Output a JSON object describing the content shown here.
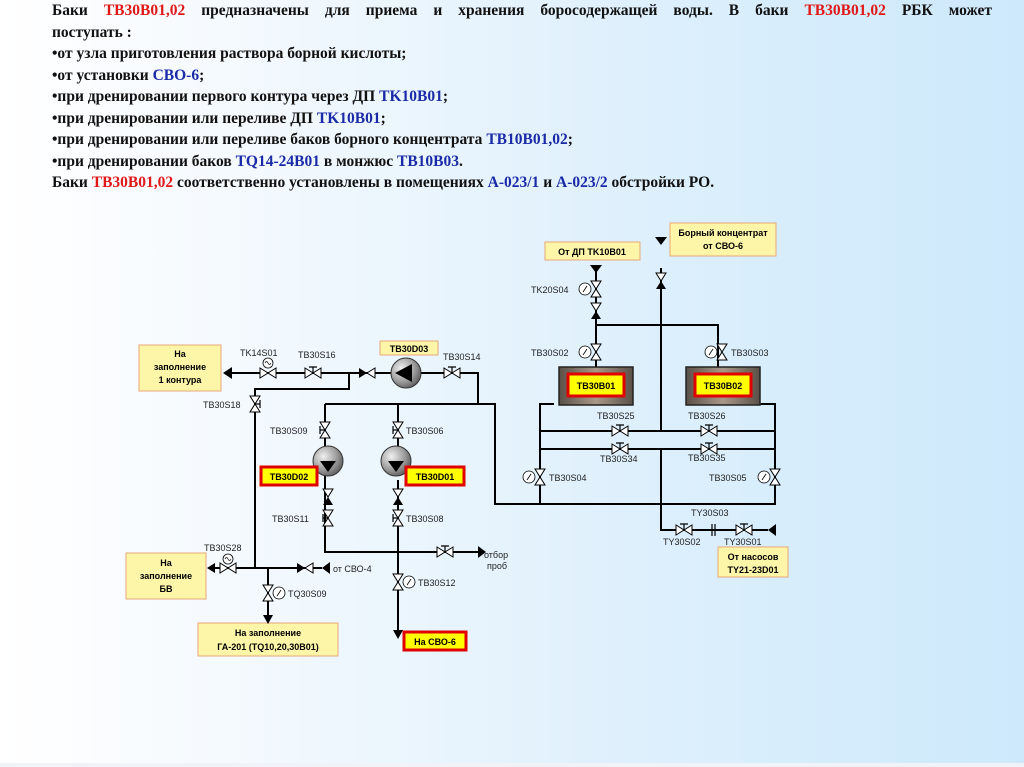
{
  "intro": {
    "p1_a": "Баки ",
    "p1_tank": "TB30B01,02",
    "p1_b": " предназначены для приема и хранения боросодержащей воды. В баки ",
    "p1_tank2": "TB30B01,02",
    "p1_c": " РБК может",
    "p1_d": "поступать :",
    "bullets": [
      {
        "text": "•от узла приготовления раствора борной кислоты;"
      },
      {
        "text_a": "•от установки ",
        "code": "СВО-6",
        "text_b": ";"
      },
      {
        "text_a": "•при дренировании первого контура через ДП ",
        "code": "TK10B01",
        "text_b": ";"
      },
      {
        "text_a": "•при дренировании или переливе ДП ",
        "code": "TK10B01",
        "text_b": ";"
      },
      {
        "text_a": "•при дренировании или переливе баков борного концентрата ",
        "code": "TB10B01,02",
        "text_b": ";"
      },
      {
        "text_a": "•при дренировании баков ",
        "code": "TQ14-24B01",
        "text_b": " в монжюс ",
        "code2": "TB10B03",
        "text_c": "."
      }
    ],
    "last_a": "Баки ",
    "last_tank": "TB30B01,02",
    "last_b": " соответственно установлены в помещениях ",
    "last_room1": "А-023/1",
    "last_c": " и ",
    "last_room2": "А-023/2",
    "last_d": " обстройки РО."
  },
  "colors": {
    "red_code": "#e01818",
    "blue_code": "#1a2aa8",
    "box_fill": "#fdf5a8",
    "box_border": "#e8a878",
    "alert_fill": "#ffff00",
    "alert_border": "#e00000",
    "tank_fill": "#8a7e72"
  },
  "diagram": {
    "boxes": {
      "fill_primary": [
        "На",
        "заполнение",
        "1 контура"
      ],
      "fill_bv": [
        "На",
        "заполнение",
        "БВ"
      ],
      "fill_ga": [
        "На заполнение",
        "ГА-201 (TQ10,20,30B01)"
      ],
      "to_svo6": "На СВО-6",
      "from_dp": "От ДП TK10B01",
      "boron_conc": [
        "Борный концентрат",
        "от СВО-6"
      ],
      "from_pumps": [
        "От насосов",
        "TY21-23D01"
      ]
    },
    "equipment": {
      "pump3": "TB30D03",
      "pump2": "TB30D02",
      "pump1": "TB30D01",
      "tank1": "TB30B01",
      "tank2": "TB30B02"
    },
    "valves": {
      "tk14s01": "TK14S01",
      "tb30s16": "TB30S16",
      "tb30s14": "TB30S14",
      "tb30s18": "TB30S18",
      "tb30s09": "TB30S09",
      "tb30s06": "TB30S06",
      "tb30s11": "TB30S11",
      "tb30s08": "TB30S08",
      "tb30s28": "TB30S28",
      "tq30s09": "TQ30S09",
      "tb30s12": "TB30S12",
      "tk20s04": "TK20S04",
      "tb30s02": "TB30S02",
      "tb30s03": "TB30S03",
      "tb30s25": "TB30S25",
      "tb30s26": "TB30S26",
      "tb30s34": "TB30S34",
      "tb30s35": "TB30S35",
      "tb30s04": "TB30S04",
      "tb30s05": "TB30S05",
      "ty30s03": "TY30S03",
      "ty30s02": "TY30S02",
      "ty30s01": "TY30S01"
    },
    "notes": {
      "from_svo4": "от СВО-4",
      "sampling": [
        "отбор",
        "проб"
      ]
    }
  }
}
